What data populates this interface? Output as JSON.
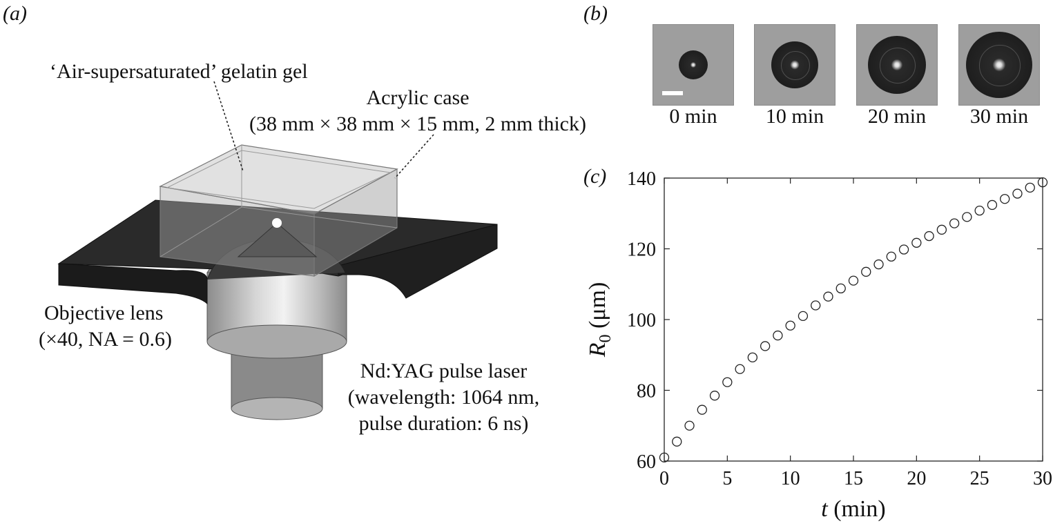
{
  "panel_a": {
    "panel_label": "(a)",
    "gel_label": "‘Air-supersaturated’ gelatin gel",
    "case_label": "Acrylic case",
    "case_dims": "(38 mm × 38 mm × 15 mm, 2 mm thick)",
    "lens_label": "Objective lens",
    "lens_spec": "(×40, NA = 0.6)",
    "laser_label": "Nd:YAG pulse laser",
    "laser_spec_1": "(wavelength: 1064 nm,",
    "laser_spec_2": "pulse duration: 6 ns)"
  },
  "panel_b": {
    "panel_label": "(b)",
    "frames": [
      {
        "caption": "0 min",
        "bubble_radius_um": 61
      },
      {
        "caption": "10 min",
        "bubble_radius_um": 98
      },
      {
        "caption": "20 min",
        "bubble_radius_um": 122
      },
      {
        "caption": "30 min",
        "bubble_radius_um": 139
      }
    ]
  },
  "panel_c": {
    "panel_label": "(c)"
  },
  "chart_data": {
    "type": "scatter",
    "xlabel_var": "t",
    "xlabel_unit": " (min)",
    "ylabel_var": "R",
    "ylabel_sub": "0",
    "ylabel_unit": " (μm)",
    "xlim": [
      0,
      30
    ],
    "ylim": [
      60,
      140
    ],
    "xticks": [
      0,
      5,
      10,
      15,
      20,
      25,
      30
    ],
    "yticks": [
      60,
      80,
      100,
      120,
      140
    ],
    "marker": "open-circle",
    "grid": false,
    "x": [
      0,
      1,
      2,
      3,
      4,
      5,
      6,
      7,
      8,
      9,
      10,
      11,
      12,
      13,
      14,
      15,
      16,
      17,
      18,
      19,
      20,
      21,
      22,
      23,
      24,
      25,
      26,
      27,
      28,
      29,
      30
    ],
    "y": [
      61,
      65.5,
      70,
      74.5,
      78.5,
      82.3,
      86,
      89.3,
      92.5,
      95.5,
      98.3,
      101,
      104,
      106.5,
      108.8,
      111,
      113.5,
      115.6,
      117.8,
      119.8,
      121.7,
      123.6,
      125.4,
      127.2,
      129,
      130.8,
      132.4,
      134.1,
      135.6,
      137.3,
      138.8
    ]
  }
}
